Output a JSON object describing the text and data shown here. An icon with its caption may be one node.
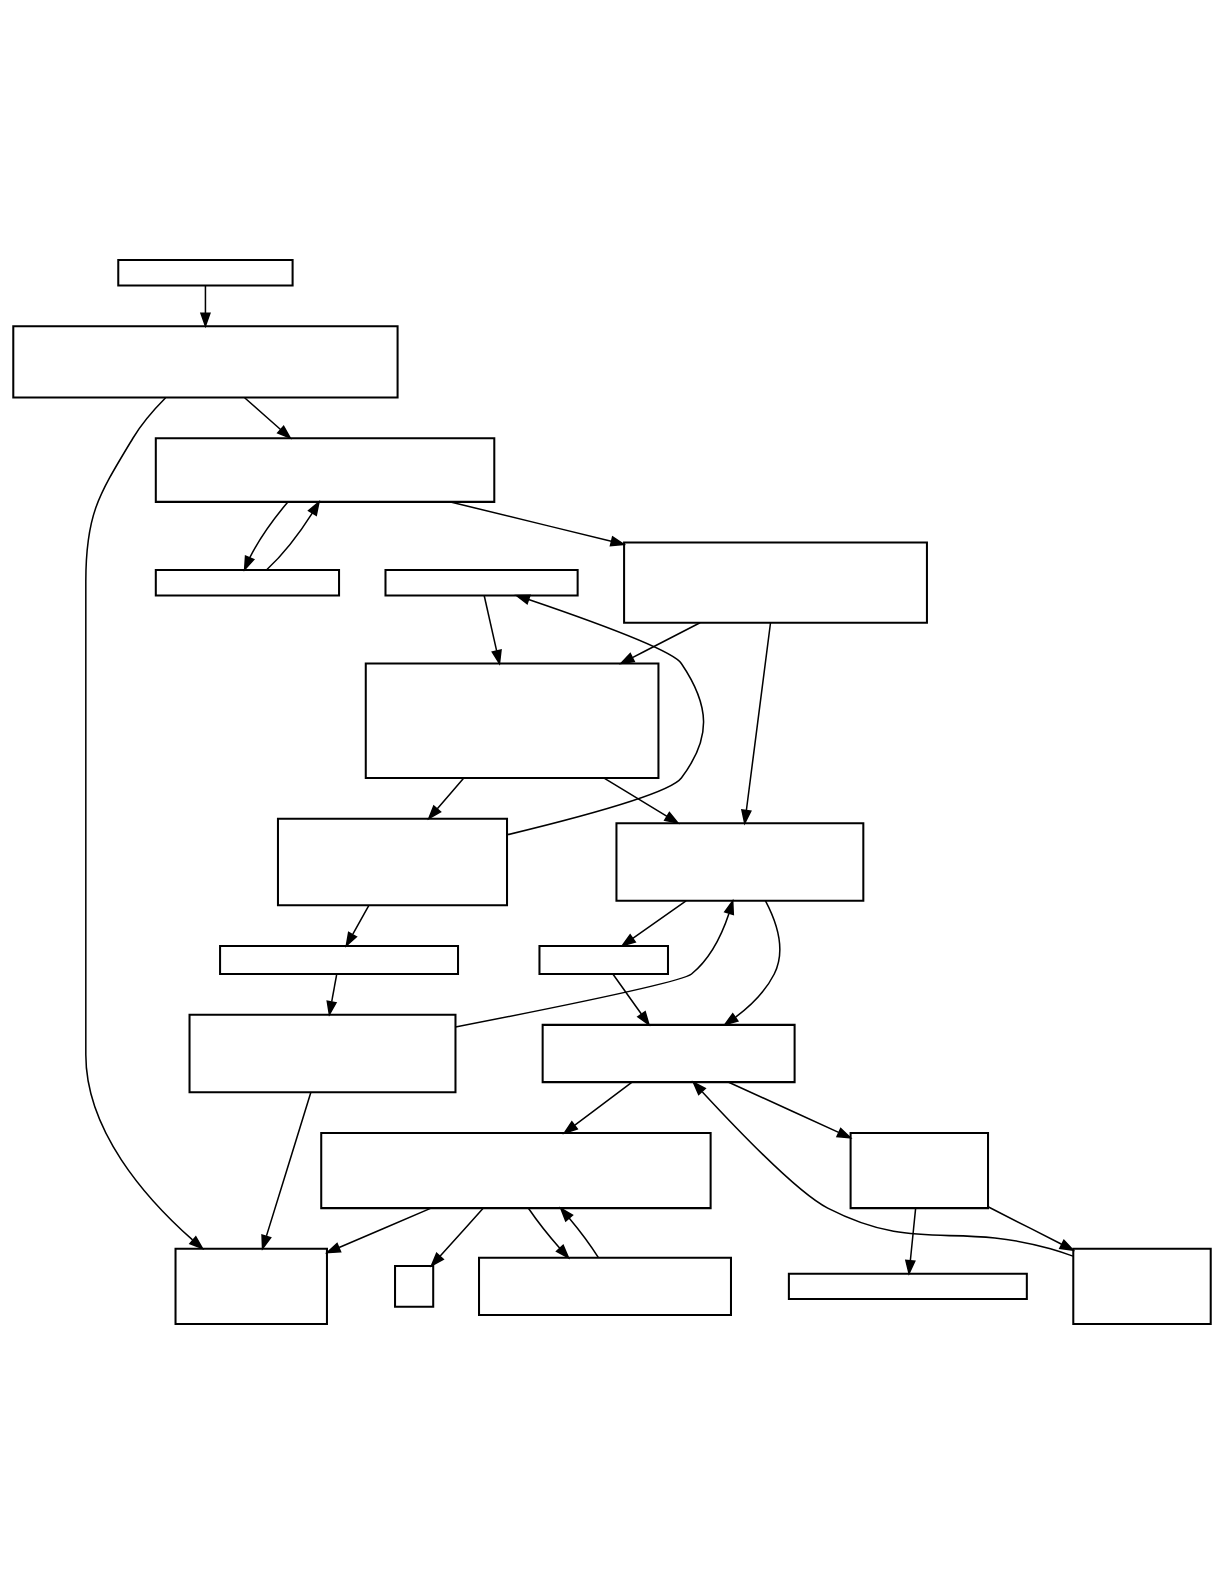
{
  "diagram": {
    "nodes": [
      {
        "text": [],
        "shape": "box"
      },
      {
        "text": [],
        "shape": "box"
      },
      {
        "text": [],
        "shape": "box"
      },
      {
        "text": [],
        "shape": "box"
      },
      {
        "text": [],
        "shape": "box"
      },
      {
        "text": [],
        "shape": "box"
      },
      {
        "text": [],
        "shape": "box"
      },
      {
        "text": [],
        "shape": "box"
      },
      {
        "text": [],
        "shape": "box"
      },
      {
        "text": [],
        "shape": "box"
      },
      {
        "text": [],
        "shape": "box"
      },
      {
        "text": [],
        "shape": "box"
      },
      {
        "text": [],
        "shape": "box"
      },
      {
        "text": [],
        "shape": "box"
      },
      {
        "text": [],
        "shape": "box"
      },
      {
        "text": [],
        "shape": "box"
      },
      {
        "text": [],
        "shape": "box"
      },
      {
        "text": [],
        "shape": "box"
      },
      {
        "text": [],
        "shape": "box"
      },
      {
        "text": [],
        "shape": "box"
      }
    ],
    "edges": [
      {
        "from": 0,
        "to": 1,
        "arrow": "to"
      },
      {
        "from": 1,
        "to": 2,
        "arrow": "to"
      },
      {
        "from": 2,
        "to": 3,
        "arrow": "to"
      },
      {
        "from": 3,
        "to": 2,
        "arrow": "to"
      },
      {
        "from": 2,
        "to": 5,
        "arrow": "to"
      },
      {
        "from": 7,
        "to": 4,
        "arrow": "to"
      },
      {
        "from": 4,
        "to": 6,
        "arrow": "to"
      },
      {
        "from": 5,
        "to": 6,
        "arrow": "to"
      },
      {
        "from": 6,
        "to": 7,
        "arrow": "to"
      },
      {
        "from": 6,
        "to": 8,
        "arrow": "to"
      },
      {
        "from": 11,
        "to": 8,
        "arrow": "to"
      },
      {
        "from": 7,
        "to": 10,
        "arrow": "to"
      },
      {
        "from": 10,
        "to": 11,
        "arrow": "to"
      },
      {
        "from": 5,
        "to": 8,
        "arrow": "to"
      },
      {
        "from": 8,
        "to": 9,
        "arrow": "to"
      },
      {
        "from": 9,
        "to": 12,
        "arrow": "to"
      },
      {
        "from": 8,
        "to": 12,
        "arrow": "to"
      },
      {
        "from": 14,
        "to": 12,
        "arrow": "to"
      },
      {
        "from": 12,
        "to": 13,
        "arrow": "to"
      },
      {
        "from": 13,
        "to": 14,
        "arrow": "to"
      },
      {
        "from": 13,
        "to": 15,
        "arrow": "to"
      },
      {
        "from": 12,
        "to": 16,
        "arrow": "to"
      },
      {
        "from": 11,
        "to": 17,
        "arrow": "to"
      },
      {
        "from": 1,
        "to": 17,
        "arrow": "to"
      },
      {
        "from": 16,
        "to": 17,
        "arrow": "to"
      },
      {
        "from": 16,
        "to": 18,
        "arrow": "to"
      },
      {
        "from": 16,
        "to": 19,
        "arrow": "to"
      },
      {
        "from": 19,
        "to": 16,
        "arrow": "to"
      }
    ]
  }
}
